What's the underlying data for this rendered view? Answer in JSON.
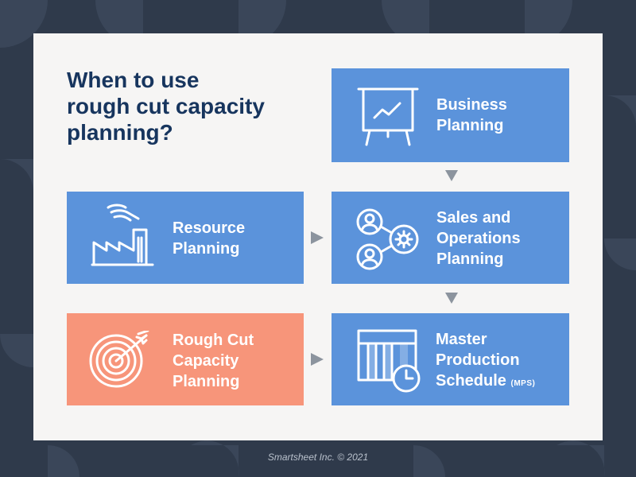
{
  "title": {
    "lines": [
      "When to use",
      "rough cut capacity",
      "planning?"
    ]
  },
  "boxes": {
    "business": {
      "lines": [
        "Business",
        "Planning"
      ],
      "icon": "presentation-chart-icon"
    },
    "resource": {
      "lines": [
        "Resource",
        "Planning"
      ],
      "icon": "factory-icon"
    },
    "sales_ops": {
      "lines": [
        "Sales and",
        "Operations",
        "Planning"
      ],
      "icon": "people-gear-network-icon"
    },
    "rough_cut": {
      "lines": [
        "Rough Cut",
        "Capacity",
        "Planning"
      ],
      "icon": "target-arrow-icon"
    },
    "mps": {
      "lines": [
        "Master",
        "Production",
        "Schedule"
      ],
      "suffix": "(MPS)",
      "icon": "calendar-clock-icon"
    }
  },
  "footer": "Smartsheet Inc. © 2021",
  "colors": {
    "background": "#2f3a4b",
    "panel": "#f6f5f4",
    "title": "#17355e",
    "blue_box": "#5b93db",
    "orange_box": "#f7957a",
    "arrow": "#8c949e"
  }
}
